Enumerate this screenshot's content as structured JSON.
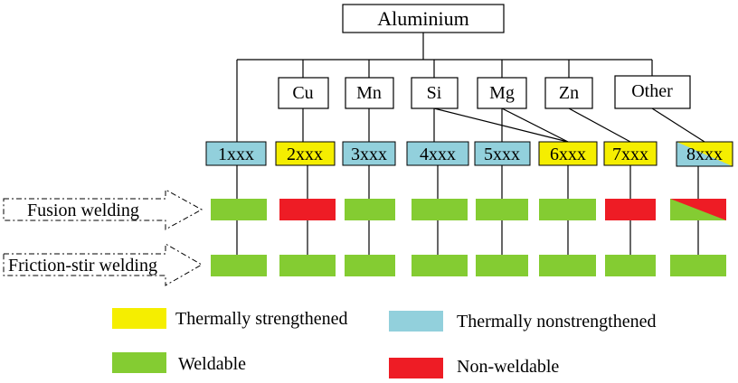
{
  "colors": {
    "thermally_strengthened": "#f5ee00",
    "thermally_nonstrengthened": "#92d0dc",
    "weldable": "#84cc32",
    "non_weldable": "#ee1c25",
    "line": "#000000"
  },
  "root": {
    "label": "Aluminium"
  },
  "elements": [
    {
      "key": "cu",
      "label": "Cu"
    },
    {
      "key": "mn",
      "label": "Mn"
    },
    {
      "key": "si",
      "label": "Si"
    },
    {
      "key": "mg",
      "label": "Mg"
    },
    {
      "key": "zn",
      "label": "Zn"
    },
    {
      "key": "other",
      "label": "Other"
    }
  ],
  "series": [
    {
      "label": "1xxx",
      "treatment": "thermally_nonstrengthened",
      "fusion_welding": "weldable",
      "friction_stir_welding": "weldable"
    },
    {
      "label": "2xxx",
      "treatment": "thermally_strengthened",
      "fusion_welding": "non_weldable",
      "friction_stir_welding": "weldable"
    },
    {
      "label": "3xxx",
      "treatment": "thermally_nonstrengthened",
      "fusion_welding": "weldable",
      "friction_stir_welding": "weldable"
    },
    {
      "label": "4xxx",
      "treatment": "thermally_nonstrengthened",
      "fusion_welding": "weldable",
      "friction_stir_welding": "weldable"
    },
    {
      "label": "5xxx",
      "treatment": "thermally_nonstrengthened",
      "fusion_welding": "weldable",
      "friction_stir_welding": "weldable"
    },
    {
      "label": "6xxx",
      "treatment": "thermally_strengthened",
      "fusion_welding": "weldable",
      "friction_stir_welding": "weldable"
    },
    {
      "label": "7xxx",
      "treatment": "thermally_strengthened",
      "fusion_welding": "non_weldable",
      "friction_stir_welding": "weldable"
    },
    {
      "label": "8xxx",
      "treatment": "mixed",
      "fusion_welding": "mixed",
      "friction_stir_welding": "weldable"
    }
  ],
  "process_rows": {
    "fusion_welding": "Fusion welding",
    "friction_stir_welding": "Friction-stir welding"
  },
  "legend": {
    "thermally_strengthened": "Thermally strengthened",
    "thermally_nonstrengthened": "Thermally nonstrengthened",
    "weldable": "Weldable",
    "non_weldable": "Non-weldable"
  }
}
